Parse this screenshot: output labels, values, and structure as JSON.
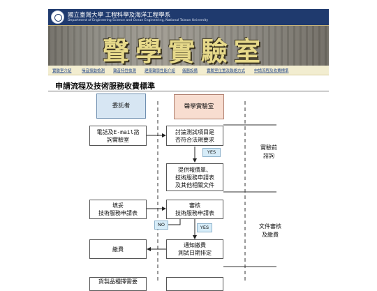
{
  "header": {
    "university": "國立臺灣大學 工程科學及海洋工程學系",
    "department_en": "Department of Engineering Science and Ocean Engineering, National Taiwan University"
  },
  "banner": {
    "title": "聲學實驗室"
  },
  "nav": {
    "items": [
      "實驗室介紹",
      "噪音振動檢測",
      "聲音特性檢測",
      "建築聲學性能介紹",
      "儀器設備",
      "實驗室位置及聯絡方式",
      "申請流程及收費標準"
    ]
  },
  "page": {
    "heading": "申請流程及技術服務收費標準"
  },
  "flow": {
    "lane_client": "委託者",
    "lane_lab": "聲學實驗室",
    "step_contact": "電話及E-mail諮\n詢實驗室",
    "step_discuss": "討論測試項目是\n否符合法規要求",
    "yes_label": "YES",
    "no_label": "NO",
    "step_quote": "提供報價單、\n技術服務申請表\n及其他相關文件",
    "step_fill": "填妥\n技術服務申請表",
    "step_review": "審核\n技術服務申請表",
    "step_pay": "繳費",
    "step_notify": "通知繳費\n測試日期排定",
    "step_partial": "貨製品種擇需要",
    "phase_pre": "實驗前\n諮詢",
    "phase_docs": "文件審核\n及繳費"
  },
  "colors": {
    "header_bg": "#1f3a6e",
    "nav_bg": "#f2edd0",
    "lane_client_bg": "#d7e6f3",
    "lane_lab_bg": "#f8ddd0",
    "yes_bg": "#d6ecf8"
  }
}
